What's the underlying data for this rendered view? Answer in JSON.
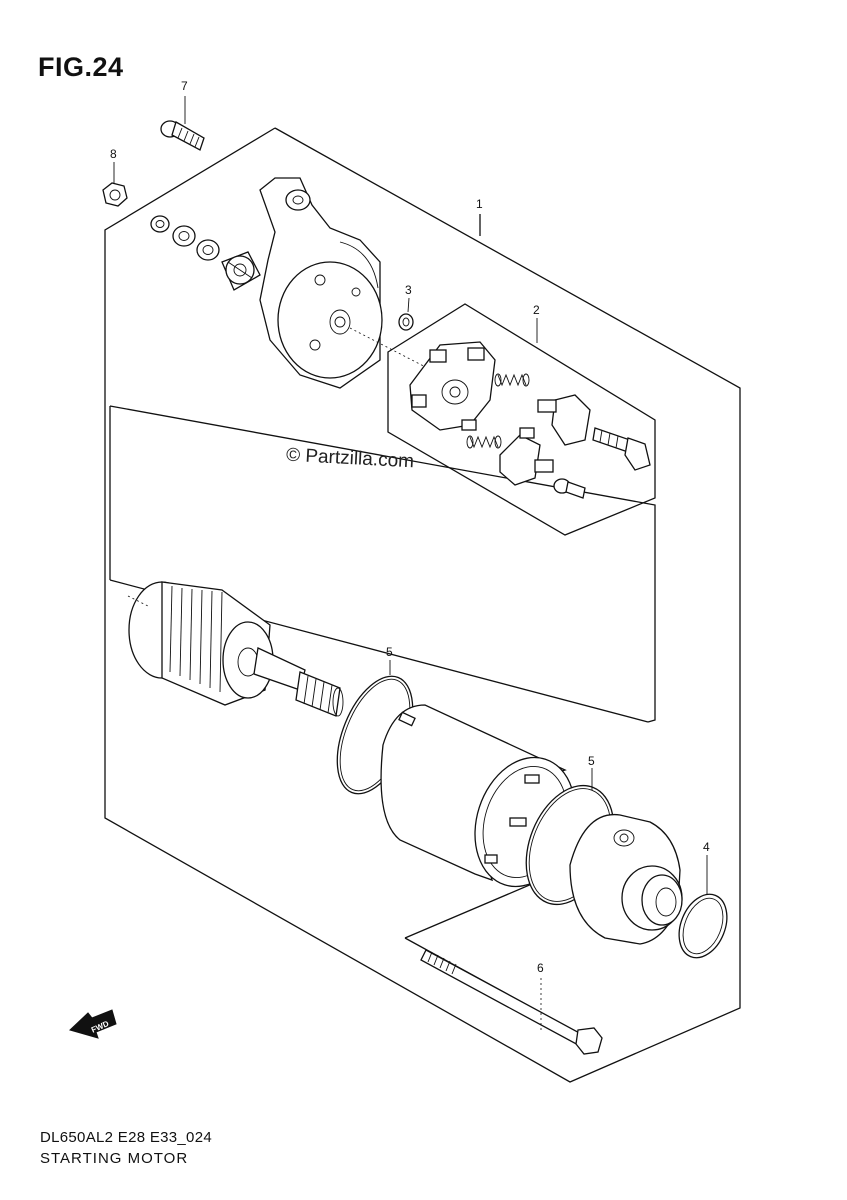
{
  "figure": {
    "title": "FIG.24",
    "code": "DL650AL2 E28 E33_024",
    "name": "STARTING MOTOR",
    "watermark": "© Partzilla.com",
    "fwd_label": "FWD"
  },
  "callouts": [
    {
      "number": "7"
    },
    {
      "number": "8"
    },
    {
      "number": "1"
    },
    {
      "number": "3"
    },
    {
      "number": "2"
    },
    {
      "number": "5"
    },
    {
      "number": "5"
    },
    {
      "number": "4"
    },
    {
      "number": "6"
    }
  ],
  "colors": {
    "line": "#111111",
    "background": "#ffffff"
  }
}
